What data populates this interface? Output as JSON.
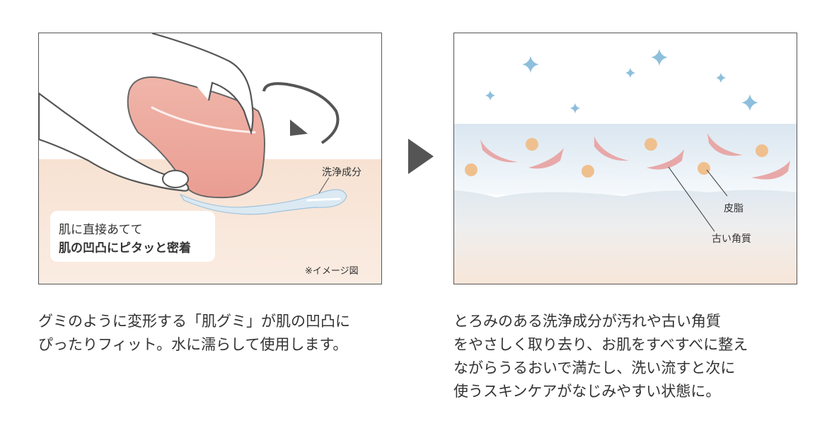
{
  "left_panel": {
    "label_cleanser": "洗浄成分",
    "bubble_line1": "肌に直接あてて",
    "bubble_line2": "肌の凹凸にピタッと密着",
    "note": "※イメージ図"
  },
  "right_panel": {
    "label_sebum": "皮脂",
    "label_old_keratin": "古い角質"
  },
  "captions": {
    "left": [
      "グミのように変形する「肌グミ」が肌の凹凸に",
      "ぴったりフィット。水に濡らして使用します。"
    ],
    "right": [
      "とろみのある洗浄成分が汚れや古い角質",
      "をやさしく取り去り、お肌をすべすべに整え",
      "ながらうるおいで満たし、洗い流すと次に",
      "使うスキンケアがなじみやすい状態に。"
    ]
  },
  "colors": {
    "skin": "#f8e6d8",
    "gummy": "#eba79c",
    "sparkle": "#8dbfdc",
    "sebum": "#efc08e",
    "keratin": "#e8a8a8",
    "border": "#555555"
  },
  "icons": {
    "next_arrow": "triangle-right-icon",
    "rotate_arrow": "rotate-arrow-icon",
    "sparkle": "sparkle-icon"
  }
}
